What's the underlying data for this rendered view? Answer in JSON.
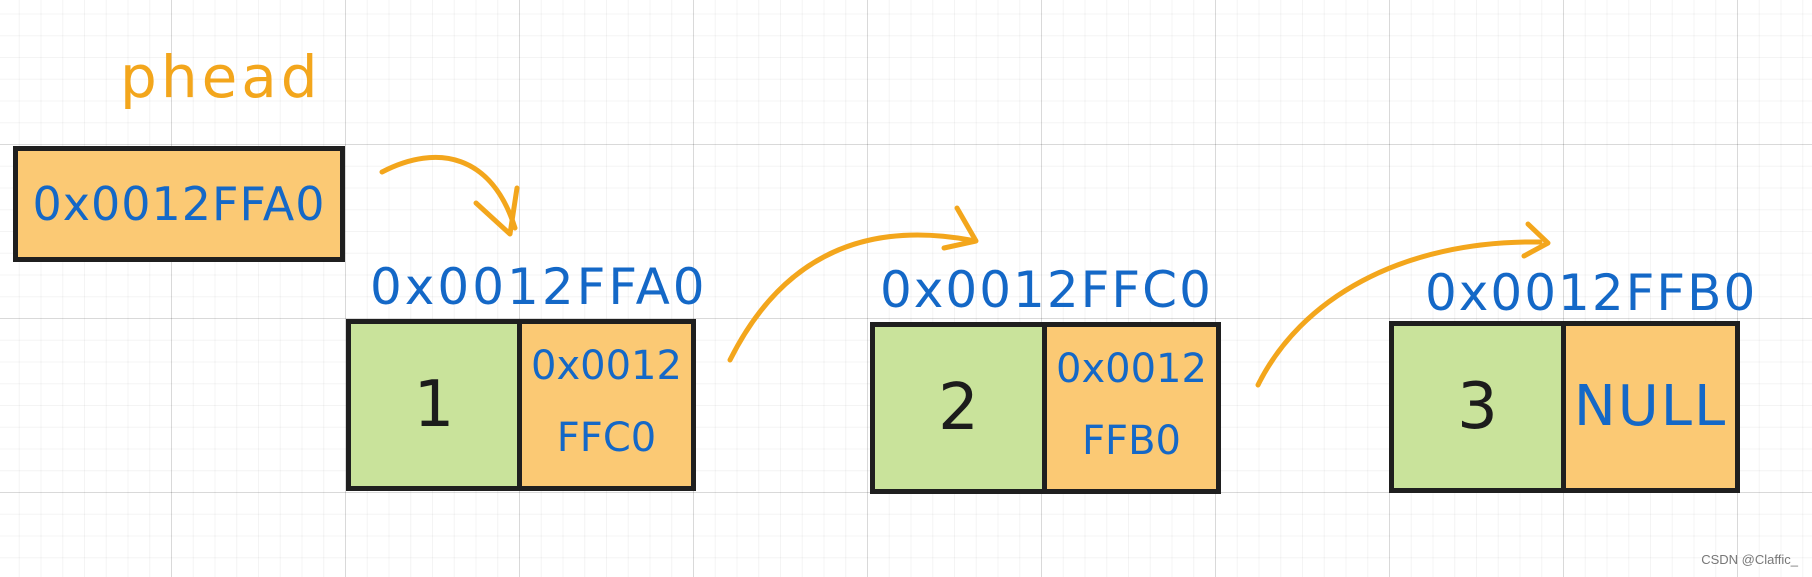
{
  "head": {
    "label": "phead",
    "value": "0x0012FFA0"
  },
  "nodes": [
    {
      "address": "0x0012FFA0",
      "data": "1",
      "next_line1": "0x0012",
      "next_line2": "FFC0"
    },
    {
      "address": "0x0012FFC0",
      "data": "2",
      "next_line1": "0x0012",
      "next_line2": "FFB0"
    },
    {
      "address": "0x0012FFB0",
      "data": "3",
      "next": "NULL"
    }
  ],
  "watermark": "CSDN @Claffic_",
  "colors": {
    "handwriting_blue": "#1468c7",
    "arrow_orange": "#f3a61c",
    "data_cell_green": "#c9e39b",
    "pointer_cell_orange": "#fbc974",
    "border": "#1f1f1f"
  }
}
